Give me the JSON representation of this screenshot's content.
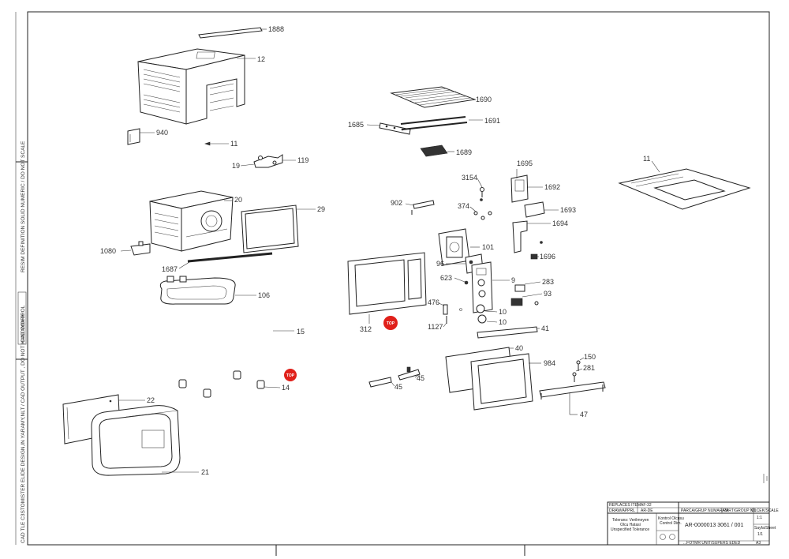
{
  "margin": {
    "top_text": "RESIM DEFINITION SOLID NUMERIC / DO NOT SCALE",
    "control_text": "CAD CONTROL",
    "bottom_text": "CAD TLE C3STOMISTER ELIDE DESIGN,IN YARAMY,NLT / CAD OUTPUT , DO NOT HANDWORK"
  },
  "markers": {
    "top_label": "TOP",
    "color": "#e0201a"
  },
  "callouts": [
    "1888",
    "12",
    "940",
    "11",
    "19",
    "119",
    "20",
    "29",
    "1080",
    "1687",
    "106",
    "15",
    "22",
    "14",
    "21",
    "1690",
    "1685",
    "1691",
    "1689",
    "3154",
    "1695",
    "1692",
    "902",
    "374",
    "1693",
    "1694",
    "1696",
    "101",
    "96",
    "623",
    "9",
    "283",
    "93",
    "476",
    "1127",
    "10",
    "10",
    "312",
    "41",
    "40",
    "984",
    "150",
    "281",
    "45",
    "45",
    "47",
    "11"
  ],
  "title_block": {
    "replaces_label": "REPLACES ITEM",
    "replaces_value": "AF-32",
    "draw_label": "DRAW/APPRL",
    "draw_value": "AR-DE",
    "part_group_tr": "PARCA/GRUP NUMARASI",
    "part_group_en": "PART/GROUP NO",
    "scale_label": "OLCEK/SCALE",
    "tolerance_1": "Tolerans: Verilmeyen",
    "tolerance_2": "Olcu Hatasi",
    "tolerance_3": "Unspecified Tolerance",
    "control_1": "Kontrol Olcusu",
    "control_2": "Control Dim.",
    "part_number": "AR-0000013 3061 / 001",
    "scale_value": "1:1",
    "sheet_label": "Sayfa/Sheet",
    "sheet_value": "1/1",
    "superseded": "...FOTMR UNIT/SUPERS EDED",
    "format": "A3"
  }
}
